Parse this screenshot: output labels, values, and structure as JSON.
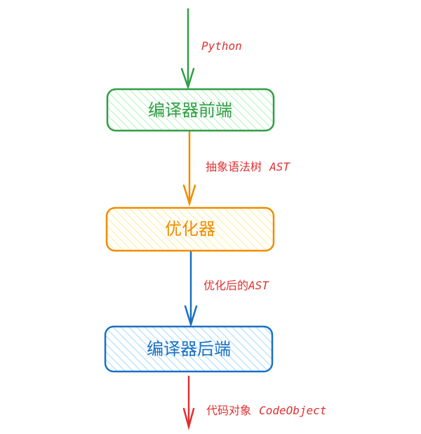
{
  "colors": {
    "green": "#2f9e44",
    "green_fill": "#b2f2bb",
    "orange": "#f08c00",
    "orange_fill": "#ffec99",
    "blue": "#1971c2",
    "blue_fill": "#a5d8ff",
    "red": "#e03131"
  },
  "nodes": [
    {
      "label": "编译器前端"
    },
    {
      "label": "优化器"
    },
    {
      "label": "编译器后端"
    }
  ],
  "edges": [
    {
      "label_cn": "",
      "label_en": "Python"
    },
    {
      "label_cn": "抽象语法树 ",
      "label_en": "AST"
    },
    {
      "label_cn": "优化后的",
      "label_en": "AST"
    },
    {
      "label_cn": "代码对象 ",
      "label_en": "CodeObject"
    }
  ]
}
